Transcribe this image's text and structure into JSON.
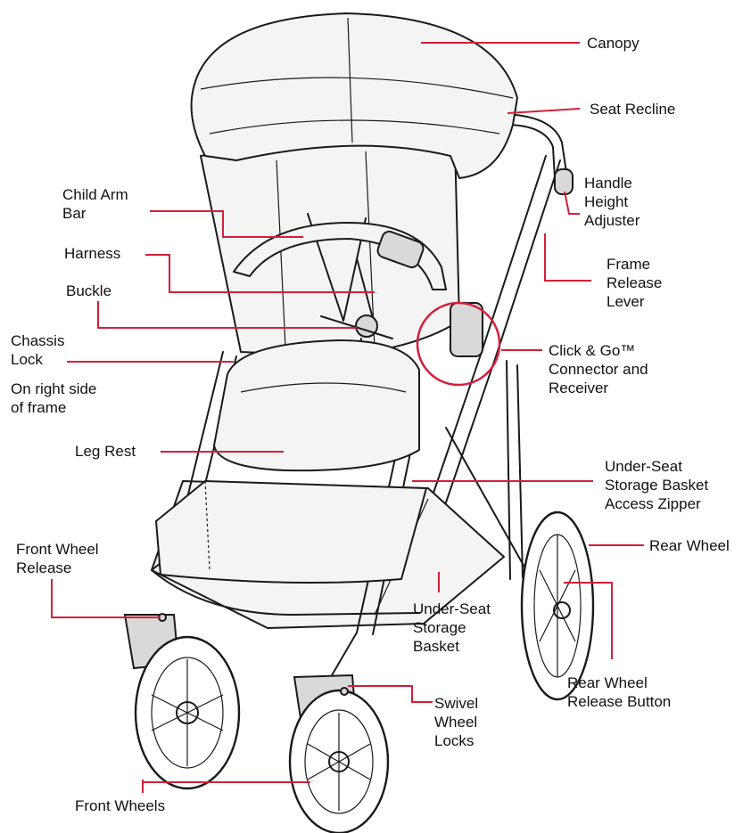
{
  "labels": {
    "canopy": "Canopy",
    "seat_recline": "Seat Recline",
    "handle_height_adjuster": [
      "Handle",
      "Height",
      "Adjuster"
    ],
    "child_arm_bar": [
      "Child Arm",
      "Bar"
    ],
    "harness": "Harness",
    "frame_release_lever": [
      "Frame",
      "Release",
      "Lever"
    ],
    "buckle": "Buckle",
    "chassis_lock": [
      "Chassis",
      "Lock"
    ],
    "chassis_lock_note": [
      "On right side",
      "of frame"
    ],
    "click_go": [
      "Click & Go™",
      "Connector and",
      "Receiver"
    ],
    "leg_rest": "Leg Rest",
    "under_seat_zipper": [
      "Under-Seat",
      "Storage Basket",
      "Access Zipper"
    ],
    "front_wheel_release": [
      "Front Wheel",
      "Release"
    ],
    "rear_wheel": "Rear Wheel",
    "under_seat_basket": [
      "Under-Seat",
      "Storage",
      "Basket"
    ],
    "rear_wheel_release_button": [
      "Rear Wheel",
      "Release Button"
    ],
    "swivel_wheel_locks": [
      "Swivel",
      "Wheel",
      "Locks"
    ],
    "front_wheels": "Front Wheels"
  },
  "colors": {
    "leader": "#d41f3a",
    "line": "#1a1a1a",
    "fabric": "#f4f4f4"
  }
}
